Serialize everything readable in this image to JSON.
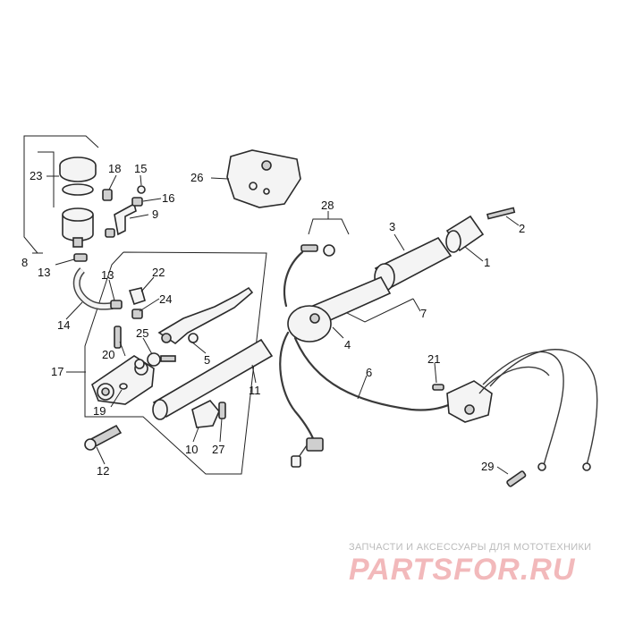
{
  "diagram": {
    "callouts": [
      "1",
      "2",
      "3",
      "4",
      "5",
      "6",
      "7",
      "8",
      "9",
      "10",
      "11",
      "12",
      "13",
      "13",
      "14",
      "15",
      "16",
      "17",
      "18",
      "19",
      "20",
      "21",
      "22",
      "23",
      "24",
      "25",
      "26",
      "27",
      "28",
      "29"
    ]
  },
  "watermark": {
    "caption": "ЗАПЧАСТИ И АКСЕССУАРЫ ДЛЯ МОТОТЕХНИКИ",
    "logo": "PARTSFOR.RU",
    "logo_color": "#f2b9bb"
  }
}
